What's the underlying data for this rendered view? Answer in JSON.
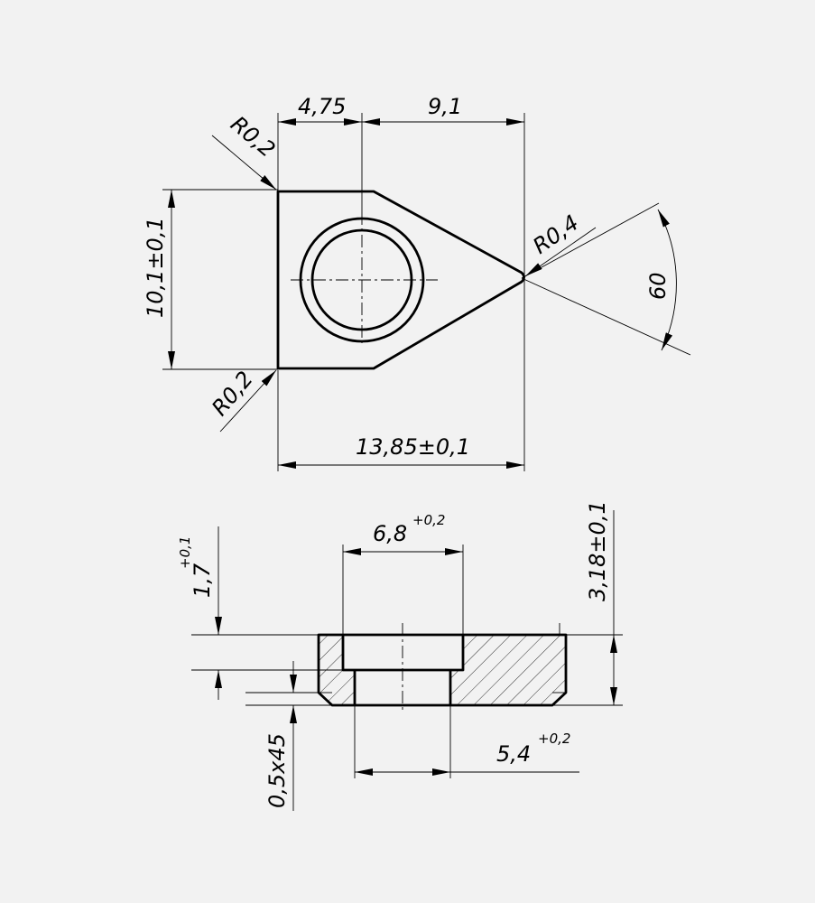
{
  "top_view": {
    "dim_left_offset": "4,75",
    "dim_right_offset": "9,1",
    "radius_top_left": "R0,2",
    "radius_bottom_left": "R0,2",
    "radius_tip": "R0,4",
    "dim_height": "10,1±0,1",
    "dim_length": "13,85±0,1",
    "angle": "60"
  },
  "section_view": {
    "counterbore_dia": "6,8",
    "counterbore_tol": "+0,2",
    "depth": "1,7",
    "depth_tol": "+0,1",
    "thickness": "3,18±0,1",
    "hole_dia": "5,4",
    "hole_tol": "+0,2",
    "chamfer": "0,5x45"
  }
}
